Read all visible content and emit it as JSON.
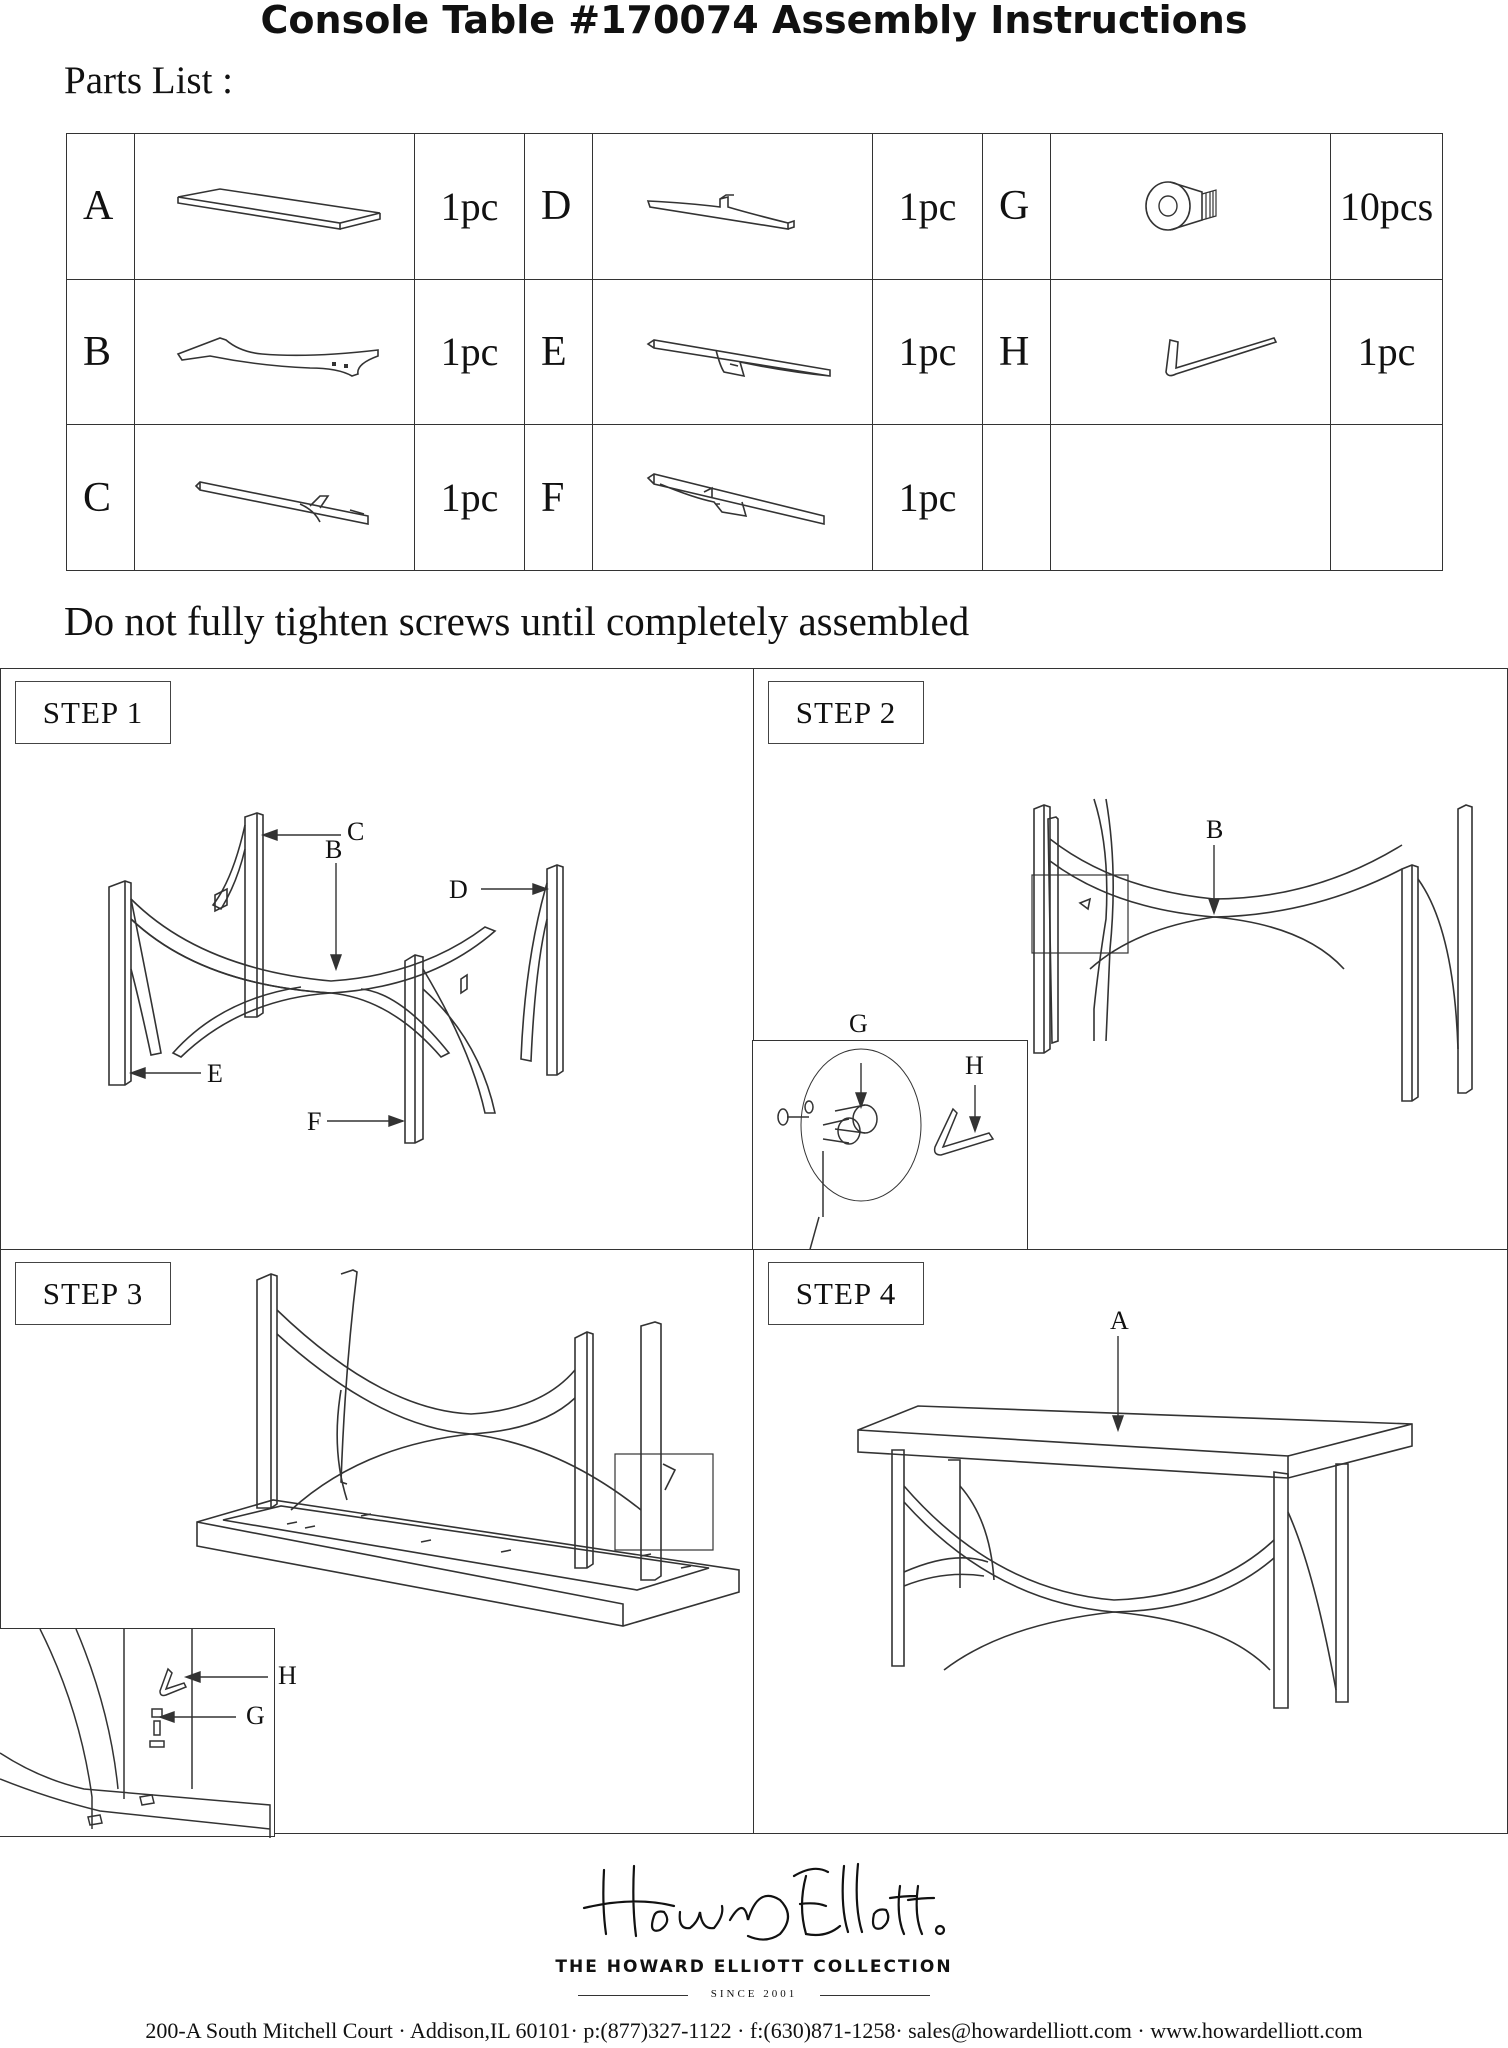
{
  "title": "Console Table #170074 Assembly Instructions",
  "parts_label": "Parts List :",
  "parts": [
    [
      {
        "letter": "A",
        "qty": "1pc"
      },
      {
        "letter": "D",
        "qty": "1pc"
      },
      {
        "letter": "G",
        "qty": "10pcs"
      }
    ],
    [
      {
        "letter": "B",
        "qty": "1pc"
      },
      {
        "letter": "E",
        "qty": "1pc"
      },
      {
        "letter": "H",
        "qty": "1pc"
      }
    ],
    [
      {
        "letter": "C",
        "qty": "1pc"
      },
      {
        "letter": "F",
        "qty": "1pc"
      },
      {
        "letter": "",
        "qty": ""
      }
    ]
  ],
  "warning": "Do not fully tighten screws until completely assembled",
  "steps": [
    {
      "label": "STEP  1",
      "callouts": [
        "C",
        "B",
        "D",
        "E",
        "F"
      ]
    },
    {
      "label": "STEP  2",
      "callouts": [
        "B",
        "G",
        "H"
      ]
    },
    {
      "label": "STEP  3",
      "callouts": [
        "H",
        "G"
      ]
    },
    {
      "label": "STEP  4",
      "callouts": [
        "A"
      ]
    }
  ],
  "brand": {
    "signature": "Howard Elliott",
    "collection": "THE HOWARD ELLIOTT COLLECTION",
    "since": "SINCE 2001"
  },
  "address": "200-A South Mitchell Court · Addison,IL 60101· p:(877)327-1122 · f:(630)871-1258· sales@howardelliott.com · www.howardelliott.com"
}
